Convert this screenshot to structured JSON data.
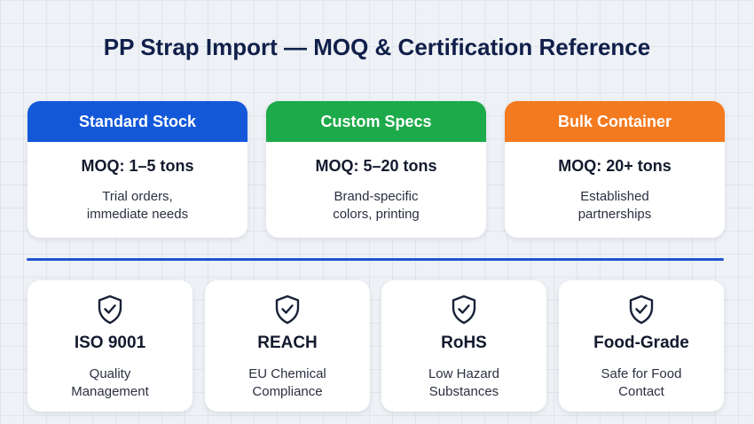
{
  "title": "PP Strap Import — MOQ & Certification Reference",
  "colors": {
    "standard": "#1358d8",
    "custom": "#1daa4a",
    "bulk": "#f47a1f",
    "divider": "#1f55cf"
  },
  "tiers": [
    {
      "name": "Standard Stock",
      "moq": "MOQ: 1–5 tons",
      "desc_line1": "Trial orders,",
      "desc_line2": "immediate needs"
    },
    {
      "name": "Custom Specs",
      "moq": "MOQ: 5–20 tons",
      "desc_line1": "Brand-specific",
      "desc_line2": "colors, printing"
    },
    {
      "name": "Bulk Container",
      "moq": "MOQ: 20+ tons",
      "desc_line1": "Established",
      "desc_line2": "partnerships"
    }
  ],
  "certifications": [
    {
      "icon": "shield-check-icon",
      "name": "ISO 9001",
      "desc_line1": "Quality",
      "desc_line2": "Management"
    },
    {
      "icon": "shield-check-icon",
      "name": "REACH",
      "desc_line1": "EU Chemical",
      "desc_line2": "Compliance"
    },
    {
      "icon": "shield-check-icon",
      "name": "RoHS",
      "desc_line1": "Low Hazard",
      "desc_line2": "Substances"
    },
    {
      "icon": "shield-check-icon",
      "name": "Food-Grade",
      "desc_line1": "Safe for Food",
      "desc_line2": "Contact"
    }
  ]
}
